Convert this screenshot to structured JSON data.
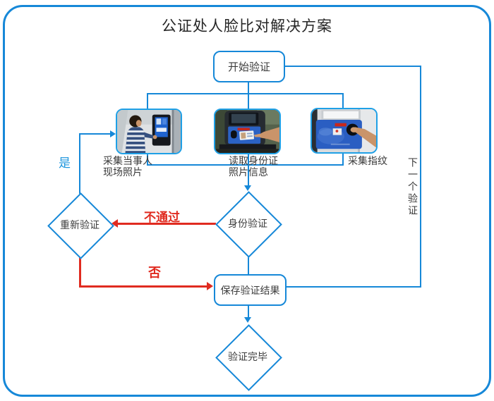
{
  "title": "公证处人脸比对解决方案",
  "colors": {
    "line_blue": "#1688d8",
    "photo_border_blue": "#1fa0e6",
    "alert_red": "#e02b20"
  },
  "nodes": {
    "start": {
      "label": "开始验证"
    },
    "steps": {
      "capture_photo": {
        "line1": "采集当事人",
        "line2": "现场照片",
        "image": "party-photo-capture-photo"
      },
      "read_id": {
        "line1": "读取身份证",
        "line2": "照片信息",
        "image": "id-card-reading-photo"
      },
      "fingerprint": {
        "line1": "采集指纹",
        "image": "fingerprint-capture-photo"
      }
    },
    "retry": {
      "label": "重新验证"
    },
    "identity": {
      "label": "身份验证"
    },
    "save": {
      "label": "保存验证结果"
    },
    "complete": {
      "label": "验证完毕"
    }
  },
  "edges": {
    "yes": "是",
    "fail": "不通过",
    "no": "否",
    "next": "下一个验证"
  }
}
